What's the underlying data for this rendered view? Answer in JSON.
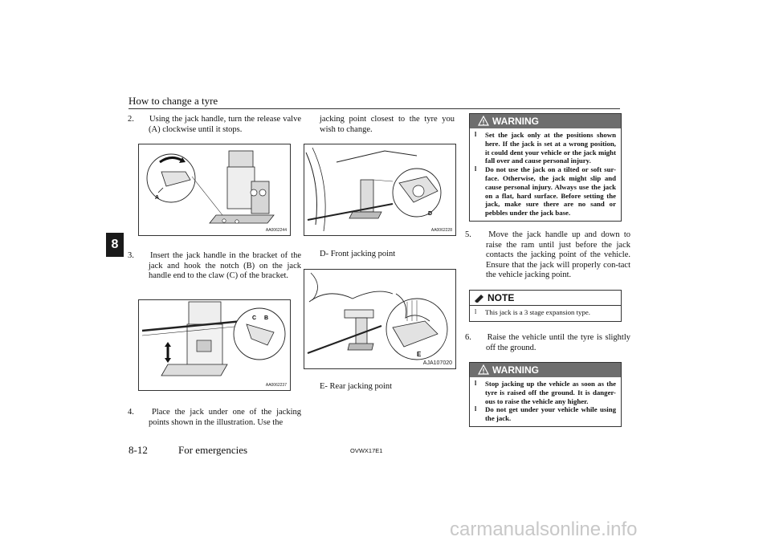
{
  "header": {
    "title": "How to change a tyre"
  },
  "chapter_tab": "8",
  "left_column": {
    "step2": {
      "num": "2.",
      "text": "Using the jack handle, turn the release valve (A) clockwise until it stops."
    },
    "fig1": {
      "code": "AA0062244",
      "label_a": "A"
    },
    "step3": {
      "num": "3.",
      "text": "Insert the jack handle in the bracket of the jack and hook the notch (B) on the jack handle end to the claw (C) of the bracket."
    },
    "fig2": {
      "code": "AA0062237",
      "label_c": "C",
      "label_b": "B"
    },
    "step4": {
      "num": "4.",
      "text": "Place the jack under one of the jacking points shown in the illustration. Use the"
    }
  },
  "middle_column": {
    "continuation": "jacking point closest to the tyre you wish to change.",
    "fig3": {
      "code": "AA0062228",
      "label_d": "D"
    },
    "caption_front": "D- Front jacking point",
    "fig4": {
      "code": "AJA107020",
      "label_e": "E"
    },
    "caption_rear": "E- Rear jacking point"
  },
  "right_column": {
    "warning1": {
      "title": "WARNING",
      "items": [
        "Set the jack only at the positions shown here. If the jack is set at a wrong position, it could dent your vehicle or the jack might fall over and cause personal injury.",
        "Do not use the jack on a tilted or soft sur-face. Otherwise, the jack might slip and cause personal injury. Always use the jack on a flat, hard surface. Before setting the jack, make sure there are no sand or pebbles under the jack base."
      ]
    },
    "step5": {
      "num": "5.",
      "text": "Move the jack handle up and down to raise the ram until just before the jack contacts the jacking point of the vehicle. Ensure that the jack will properly con-tact the vehicle jacking point."
    },
    "note": {
      "title": "NOTE",
      "items": [
        "This jack is a 3 stage expansion type."
      ]
    },
    "step6": {
      "num": "6.",
      "text": "Raise the vehicle until the tyre is slightly off the ground."
    },
    "warning2": {
      "title": "WARNING",
      "items": [
        "Stop jacking up the vehicle as soon as the tyre is raised off the ground. It is danger-ous to raise the vehicle any higher.",
        "Do not get under your vehicle while using the jack."
      ]
    }
  },
  "footer": {
    "page": "8-12",
    "section": "For emergencies",
    "code": "OVWX17E1"
  },
  "watermark": "carmanualsonline.info",
  "bullet_glyph": "l"
}
